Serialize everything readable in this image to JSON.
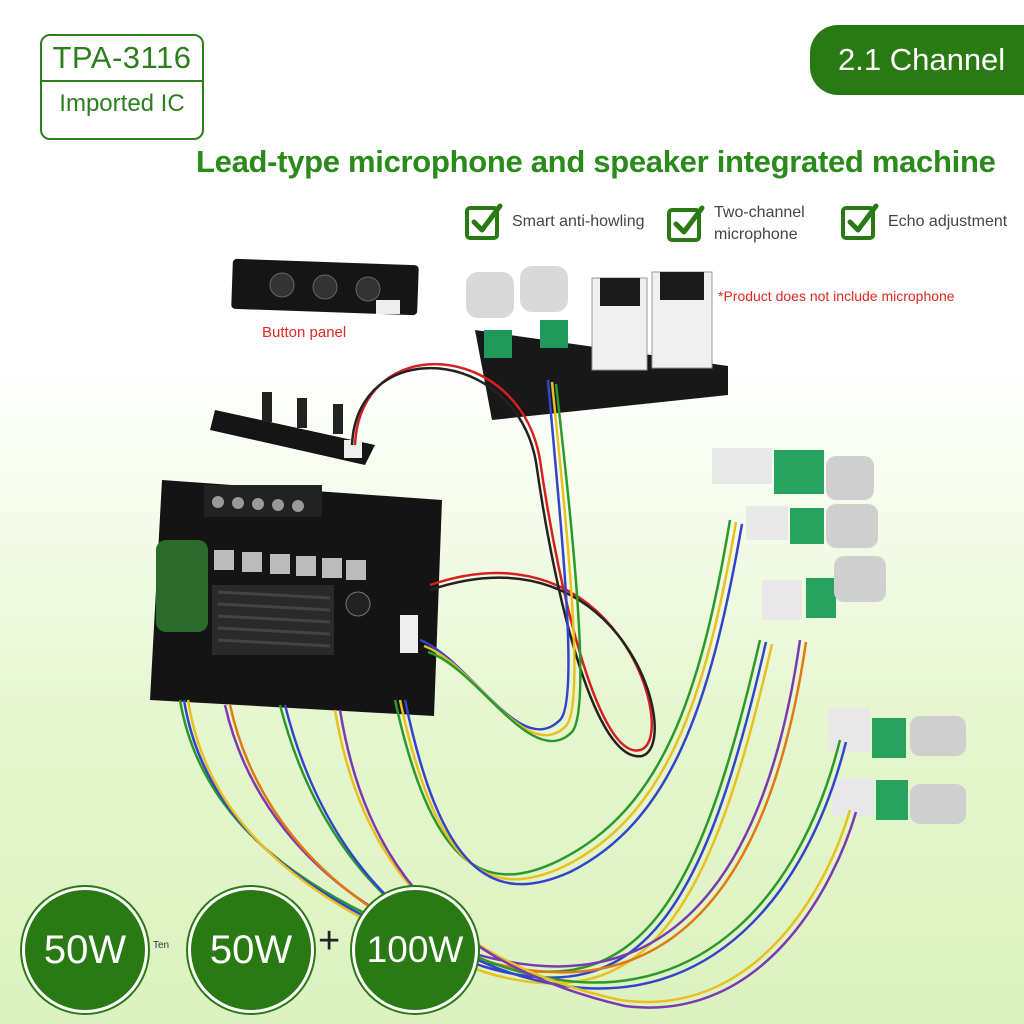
{
  "ic_badge": {
    "model": "TPA-3116",
    "subtitle": "Imported IC"
  },
  "channel_badge": {
    "label": "2.1 Channel"
  },
  "headline": "Lead-type microphone and speaker integrated machine",
  "features": [
    {
      "label": "Smart anti-howling",
      "icon": "checkbox-icon"
    },
    {
      "label_line1": "Two-channel",
      "label_line2": "microphone",
      "icon": "checkbox-icon"
    },
    {
      "label": "Echo adjustment",
      "icon": "checkbox-icon"
    }
  ],
  "note": "*Product does not include microphone",
  "button_panel_label": "Button panel",
  "power_ratings": [
    {
      "label": "50W"
    },
    {
      "label": "50W"
    },
    {
      "label": "100W"
    }
  ],
  "power_separator_small": "Ten",
  "power_separator_plus": "+",
  "colors": {
    "brand_green": "#2a7a14",
    "note_red": "#e0281f",
    "board_black": "#141414"
  }
}
